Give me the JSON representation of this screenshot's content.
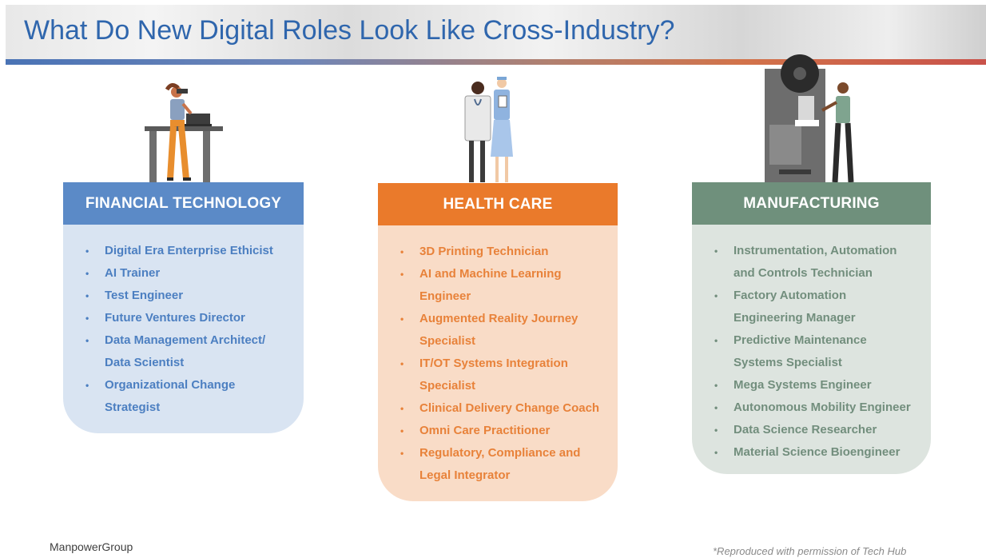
{
  "slide": {
    "title": "What Do New Digital Roles Look Like Cross-Industry?",
    "footer_left": "ManpowerGroup",
    "footer_right": "*Reproduced with permission of Tech Hub"
  },
  "colors": {
    "title": "#2f66ad",
    "financial_band": "#5b8ac7",
    "financial_panel": "#d9e4f2",
    "health_band": "#ea7a2b",
    "health_panel": "#f9dcc7",
    "manufacturing_band": "#6f907c",
    "manufacturing_panel": "#dde4df"
  },
  "columns": [
    {
      "heading": "FINANCIAL TECHNOLOGY",
      "illustration": "person-vr-laptop-desk-illustration",
      "items": [
        [
          "Digital Era Enterprise Ethicist"
        ],
        [
          "AI Trainer"
        ],
        [
          "Test Engineer"
        ],
        [
          "Future Ventures Director"
        ],
        [
          "Data Management Architect/",
          "Data Scientist"
        ],
        [
          "Organizational Change",
          "Strategist"
        ]
      ]
    },
    {
      "heading": "HEALTH CARE",
      "illustration": "doctor-and-nurse-illustration",
      "items": [
        [
          "3D Printing Technician"
        ],
        [
          "AI and Machine Learning",
          "Engineer"
        ],
        [
          "Augmented Reality Journey",
          "Specialist"
        ],
        [
          "IT/OT Systems Integration",
          "Specialist"
        ],
        [
          "Clinical Delivery Change Coach"
        ],
        [
          "Omni Care Practitioner"
        ],
        [
          "Regulatory, Compliance and",
          "Legal Integrator"
        ]
      ]
    },
    {
      "heading": "MANUFACTURING",
      "illustration": "worker-at-machine-illustration",
      "items": [
        [
          "Instrumentation, Automation",
          "and Controls Technician"
        ],
        [
          "Factory Automation",
          "Engineering Manager"
        ],
        [
          "Predictive Maintenance",
          "Systems Specialist"
        ],
        [
          "Mega Systems Engineer"
        ],
        [
          "Autonomous Mobility Engineer"
        ],
        [
          "Data Science Researcher"
        ],
        [
          "Material Science Bioengineer"
        ]
      ]
    }
  ]
}
